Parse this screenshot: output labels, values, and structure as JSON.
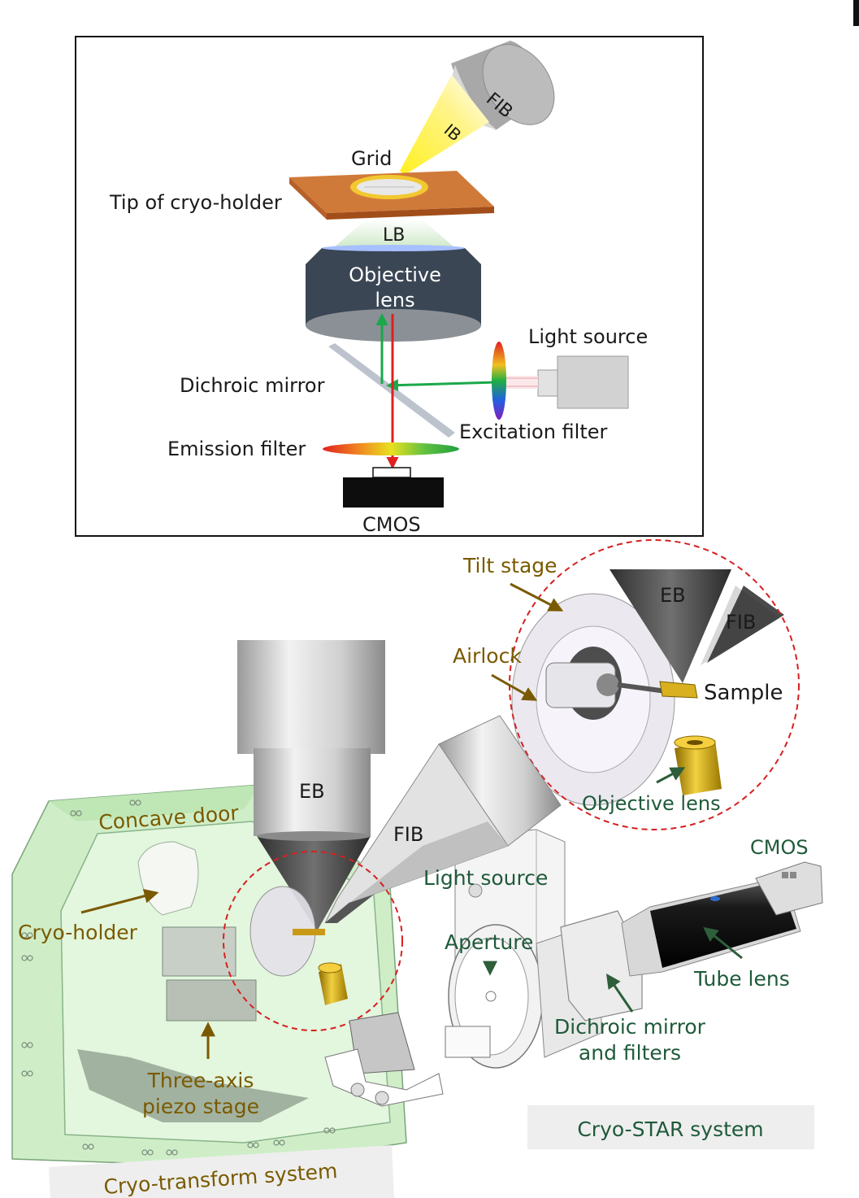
{
  "schematic": {
    "ion_source": "FIB",
    "ion_beam": "IB",
    "grid": "Grid",
    "holder_tip": "Tip of cryo-holder",
    "light_beam": "LB",
    "objective_line1": "Objective",
    "objective_line2": "lens",
    "light_source": "Light source",
    "dichroic": "Dichroic mirror",
    "excitation_filter": "Excitation filter",
    "emission_filter": "Emission filter",
    "camera": "CMOS"
  },
  "rendering": {
    "tilt_stage": "Tilt stage",
    "airlock": "Airlock",
    "inset_eb": "EB",
    "inset_fib": "FIB",
    "sample": "Sample",
    "inset_objective": "Objective lens",
    "eb": "EB",
    "fib": "FIB",
    "concave_door": "Concave door",
    "light_source": "Light source",
    "cmos": "CMOS",
    "cryo_holder": "Cryo-holder",
    "aperture": "Aperture",
    "tube_lens": "Tube lens",
    "dichroic_line1": "Dichroic mirror",
    "dichroic_line2": "and filters",
    "piezo_line1": "Three-axis",
    "piezo_line2": "piezo stage",
    "cryo_star": "Cryo-STAR system",
    "cryo_transform": "Cryo-transform system"
  },
  "colors": {
    "label_olive": "#7a5a00",
    "arrow_green": "#2e5e3a",
    "chamber_green": "#c8ebc0",
    "dashed_red": "#d62020",
    "copper_holder": "#d07a3a",
    "lens_dark": "#3a4654",
    "beam_yellow": "#fff06a",
    "emission_red": "#e02020",
    "excitation_green": "#1aa84a"
  }
}
